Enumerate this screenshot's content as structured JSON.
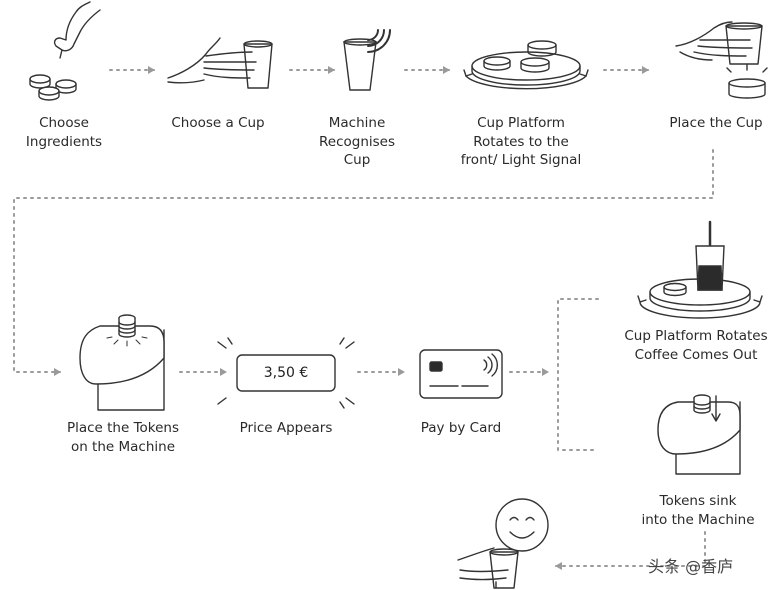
{
  "steps": [
    {
      "id": "ingredients",
      "label": "Choose Ingredients"
    },
    {
      "id": "cup",
      "label": "Choose a Cup"
    },
    {
      "id": "recognise",
      "label": "Machine\nRecognises\nCup"
    },
    {
      "id": "rotate",
      "label": "Cup Platform\nRotates to the\nfront/ Light Signal"
    },
    {
      "id": "place-cup",
      "label": "Place the Cup"
    },
    {
      "id": "tokens",
      "label": "Place the Tokens\non the Machine"
    },
    {
      "id": "price",
      "label": "Price Appears"
    },
    {
      "id": "card",
      "label": "Pay by Card"
    },
    {
      "id": "coffee",
      "label": "Cup Platform Rotates\nCoffee Comes Out"
    },
    {
      "id": "sink",
      "label": "Tokens sink\ninto the Machine"
    }
  ],
  "price_display": "3,50 €",
  "watermark": "头条 @香庐",
  "colors": {
    "line": "#333333",
    "connector": "#9a9a9a",
    "fill_dark": "#2b2b2b",
    "fill_light": "#f2f2f2"
  }
}
